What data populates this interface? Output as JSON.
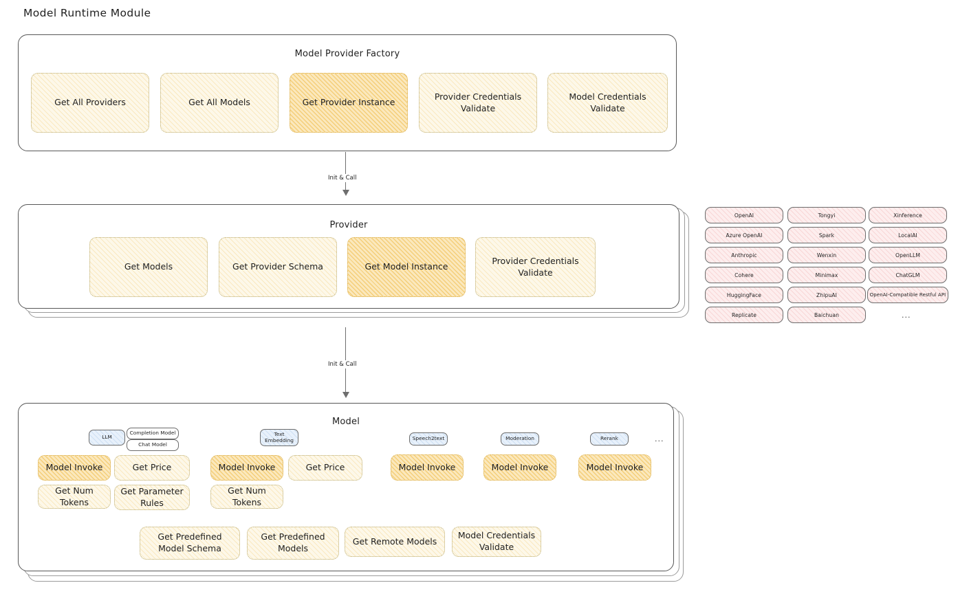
{
  "title": "Model Runtime Module",
  "factory": {
    "title": "Model Provider Factory",
    "ops": [
      {
        "label": "Get All Providers",
        "highlight": false
      },
      {
        "label": "Get All Models",
        "highlight": false
      },
      {
        "label": "Get Provider Instance",
        "highlight": true
      },
      {
        "label": "Provider Credentials Validate",
        "highlight": false
      },
      {
        "label": "Model Credentials Validate",
        "highlight": false
      }
    ]
  },
  "arrow1": {
    "label": "Init & Call"
  },
  "provider": {
    "title": "Provider",
    "ops": [
      {
        "label": "Get Models",
        "highlight": false
      },
      {
        "label": "Get Provider Schema",
        "highlight": false
      },
      {
        "label": "Get Model Instance",
        "highlight": true
      },
      {
        "label": "Provider Credentials Validate",
        "highlight": false
      }
    ]
  },
  "arrow2": {
    "label": "Init & Call"
  },
  "provider_list": {
    "columns": [
      [
        "OpenAI",
        "Azure OpenAI",
        "Anthropic",
        "Cohere",
        "HuggingFace",
        "Replicate"
      ],
      [
        "Tongyi",
        "Spark",
        "Wenxin",
        "Minimax",
        "ZhipuAI",
        "Baichuan"
      ],
      [
        "Xinference",
        "LocalAI",
        "OpenLLM",
        "ChatGLM",
        "OpenAI-Compatible Restful API"
      ]
    ],
    "more": "..."
  },
  "model": {
    "title": "Model",
    "more": "...",
    "types": [
      {
        "name": "LLM",
        "sub": [
          "Completion Model",
          "Chat Model"
        ],
        "ops": [
          {
            "label": "Model Invoke",
            "highlight": true
          },
          {
            "label": "Get Price",
            "highlight": false
          },
          {
            "label": "Get Num Tokens",
            "highlight": false
          },
          {
            "label": "Get Parameter Rules",
            "highlight": false
          }
        ]
      },
      {
        "name": "Text\nEmbedding",
        "sub": [],
        "ops": [
          {
            "label": "Model Invoke",
            "highlight": true
          },
          {
            "label": "Get Price",
            "highlight": false
          },
          {
            "label": "Get Num Tokens",
            "highlight": false
          }
        ]
      },
      {
        "name": "Speech2text",
        "sub": [],
        "ops": [
          {
            "label": "Model Invoke",
            "highlight": true
          }
        ]
      },
      {
        "name": "Moderation",
        "sub": [],
        "ops": [
          {
            "label": "Model Invoke",
            "highlight": true
          }
        ]
      },
      {
        "name": "Rerank",
        "sub": [],
        "ops": [
          {
            "label": "Model Invoke",
            "highlight": true
          }
        ]
      }
    ],
    "common_ops": [
      {
        "label": "Get Predefined Model Schema"
      },
      {
        "label": "Get Predefined Models"
      },
      {
        "label": "Get Remote Models"
      },
      {
        "label": "Model Credentials Validate"
      }
    ]
  },
  "colors": {
    "op_fill": "#fdf8e9",
    "op_highlight_fill": "#fbe8bd",
    "chip_fill": "#fdeeee",
    "pill_fill": "#e8f1fb",
    "stroke": "#565656",
    "text": "#1e1e1e"
  }
}
